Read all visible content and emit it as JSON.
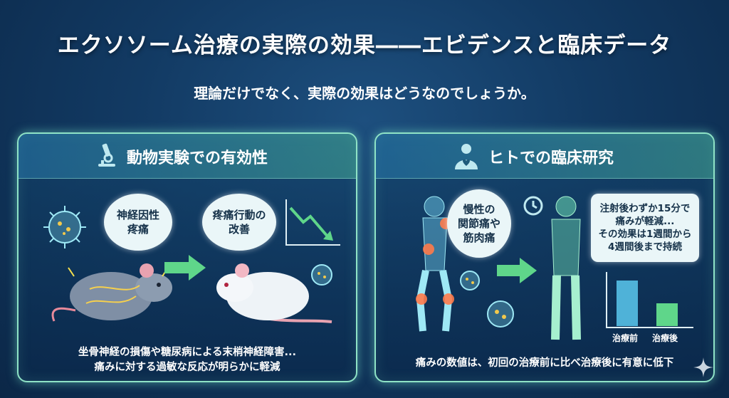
{
  "header": {
    "title": "エクソソーム治療の実際の効果――エビデンスと臨床データ",
    "subtitle": "理論だけでなく、実際の効果はどうなのでしょうか。"
  },
  "left_panel": {
    "title": "動物実験での有効性",
    "icon": "microscope-icon",
    "bubble_before": "神経因性\n疼痛",
    "bubble_after": "疼痛行動の\n改善",
    "caption_line1": "坐骨神経の損傷や糖尿病による末梢神経障害...",
    "caption_line2": "痛みに対する過敏な反応が明らかに軽減"
  },
  "right_panel": {
    "title": "ヒトでの臨床研究",
    "icon": "person-heart-icon",
    "bubble_before": "慢性の\n関節痛や\n筋肉痛",
    "bubble_after": "注射後わずか15分で\n痛みが軽減...\nその効果は1週間から\n4週間後まで持続",
    "caption": "痛みの数値は、初回の治療前に比べ治療後に有意に低下",
    "chart": {
      "labels": [
        "治療前",
        "治療後"
      ],
      "values": [
        1.0,
        0.5
      ]
    }
  },
  "colors": {
    "accent": "#8fe3c6",
    "arrow": "#5fd68a",
    "glow": "#ff7a4a"
  }
}
